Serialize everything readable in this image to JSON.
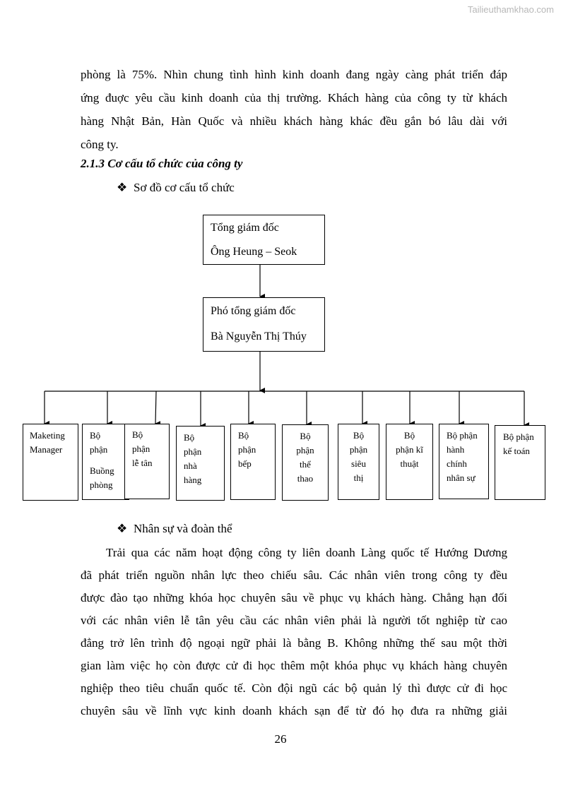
{
  "watermark": "Tailieuthamkhao.com",
  "intro": {
    "lines": [
      "phòng là 75%. Nhìn chung tình hình kinh doanh đang ngày càng phát triển đáp",
      "ứng đuợc yêu cầu kinh doanh của thị trường. Khách hàng của công ty từ khách",
      "hàng Nhật Bản, Hàn Quốc và nhiều khách hàng khác đều gắn bó lâu dài với",
      "công ty."
    ]
  },
  "section_heading": "2.1.3 Cơ cấu tổ chức của công ty",
  "bullet1": "Sơ đồ cơ cấu tổ chức",
  "org": {
    "ceo": {
      "title": "Tổng giám đốc",
      "name": "Ông Heung – Seok"
    },
    "vice": {
      "title": "Phó tổng giám đốc",
      "name": "Bà Nguyễn Thị Thúy"
    },
    "departments": [
      {
        "lines": [
          "Maketing",
          "Manager"
        ]
      },
      {
        "lines": [
          "Bộ",
          "phận",
          "Buồng",
          "phòng"
        ]
      },
      {
        "lines": [
          "Bộ",
          "phận",
          "lễ tân"
        ]
      },
      {
        "lines": [
          "Bộ",
          "phận",
          "nhà",
          "hàng"
        ]
      },
      {
        "lines": [
          "Bộ",
          "phận",
          "bếp"
        ]
      },
      {
        "lines": [
          "Bộ",
          "phận",
          "thể",
          "thao"
        ]
      },
      {
        "lines": [
          "Bộ",
          "phận",
          "siêu",
          "thị"
        ]
      },
      {
        "lines": [
          "Bộ",
          "phận kĩ",
          "thuật"
        ]
      },
      {
        "lines": [
          "Bộ phận",
          "hành",
          "chính",
          "nhân sự"
        ]
      },
      {
        "lines": [
          "Bộ phận",
          "kế toán"
        ]
      }
    ]
  },
  "bullet2": "Nhân sự và đoàn thể",
  "body": {
    "lines": [
      "Trải qua các năm hoạt động công ty liên doanh Làng quốc tế Hướng Dương",
      "đã phát triển nguồn nhân lực theo chiếu sâu. Các nhân viên trong công ty đều",
      "được đào tạo những khóa học chuyên sâu về phục vụ khách hàng. Chẳng hạn đối",
      "với các nhân viên lễ tân  yêu cầu các nhân viên phải là người tốt nghiệp từ cao",
      "đẳng trở lên trình độ ngoại ngữ phải là bằng B. Không những thế sau một thời",
      "gian làm việc họ còn được cử đi học thêm một khóa phục vụ khách hàng chuyên",
      "nghiệp theo tiêu chuẩn quốc tế. Còn đội ngũ các bộ quản lý thì được cử đi học",
      "chuyên sâu về lĩnh vực kinh doanh khách sạn để từ đó họ đưa ra những giải"
    ]
  },
  "page_number": "26"
}
